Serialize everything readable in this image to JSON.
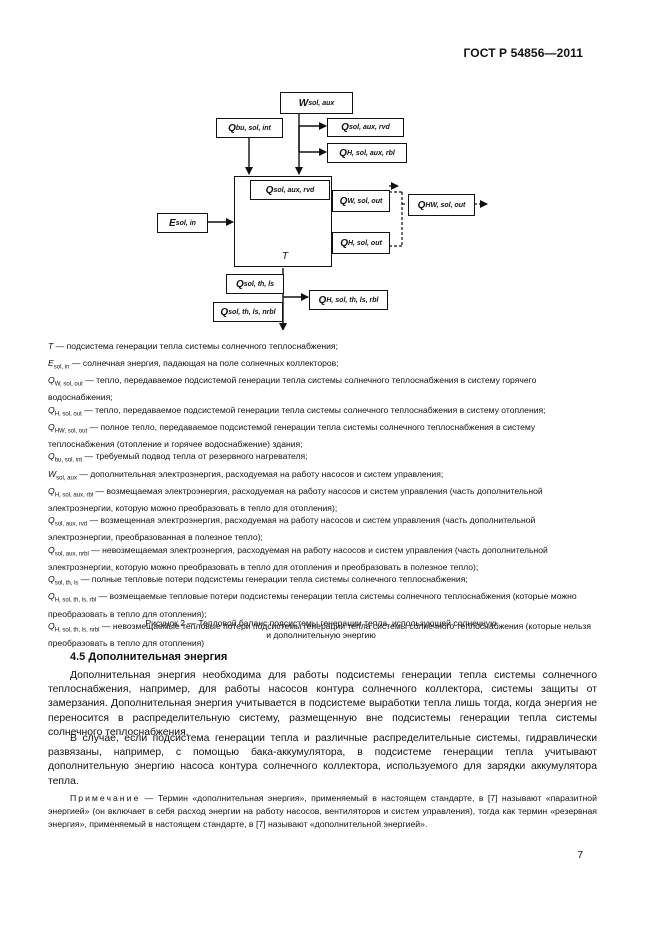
{
  "header": {
    "doc_id": "ГОСТ Р 54856—2011"
  },
  "diagram": {
    "w_sol_aux": "W",
    "w_sol_aux_sub": "sol, aux",
    "q_bu_sol_int": "Q",
    "q_bu_sol_int_sub": "bu, sol, int",
    "q_sol_aux_rvd_top": "Q",
    "q_sol_aux_rvd_top_sub": "sol, aux, rvd",
    "q_h_sol_aux_rbl": "Q",
    "q_h_sol_aux_rbl_sub": "H, sol, aux, rbl",
    "q_sol_aux_rvd_in": "Q",
    "q_sol_aux_rvd_in_sub": "sol, aux, rvd",
    "e_sol_in": "E",
    "e_sol_in_sub": "sol, in",
    "t_label": "T",
    "q_w_sol_out": "Q",
    "q_w_sol_out_sub": "W, sol, out",
    "q_h_sol_out": "Q",
    "q_h_sol_out_sub": "H, sol, out",
    "q_hw_sol_out": "Q",
    "q_hw_sol_out_sub": "HW, sol, out",
    "q_sol_th_ls": "Q",
    "q_sol_th_ls_sub": "sol, th, ls",
    "q_h_sol_th_ls_rbl": "Q",
    "q_h_sol_th_ls_rbl_sub": "H, sol, th, ls, rbl",
    "q_sol_th_ls_nrbl": "Q",
    "q_sol_th_ls_nrbl_sub": "sol, th, ls, nrbl"
  },
  "legend": [
    {
      "sym": "T",
      "sub": "",
      "text": " — подсистема генерации тепла системы солнечного теплоснабжения;"
    },
    {
      "sym": "E",
      "sub": "sol, in",
      "text": " — солнечная энергия, падающая на поле солнечных коллекторов;"
    },
    {
      "sym": "Q",
      "sub": "W, sol, out",
      "text": " — тепло, передаваемое подсистемой генерации тепла системы солнечного теплоснабжения в систему горячего водоснабжения;"
    },
    {
      "sym": "Q",
      "sub": "H, sol, out",
      "text": " — тепло, передаваемое подсистемой генерации тепла системы солнечного теплоснабжения в систему отопления;"
    },
    {
      "sym": "Q",
      "sub": "HW, sol, out",
      "text": " — полное тепло, передаваемое подсистемой генерации тепла системы солнечного теплоснабжения в систему теплоснабжения (отопление и горячее водоснабжение) здания;"
    },
    {
      "sym": "Q",
      "sub": "bu, sol, int",
      "text": " — требуемый подвод тепла от резервного нагревателя;"
    },
    {
      "sym": "W",
      "sub": "sol, aux",
      "text": " — дополнительная электроэнергия, расходуемая на работу насосов и систем управления;"
    },
    {
      "sym": "Q",
      "sub": "H, sol, aux, rbl",
      "text": " — возмещаемая электроэнергия, расходуемая на работу насосов и систем управления (часть дополнительной электроэнергии, которую можно преобразовать в тепло для отопления);"
    },
    {
      "sym": "Q",
      "sub": "sol, aux, rvd",
      "text": " — возмещенная электроэнергия, расходуемая на работу насосов и систем управления (часть дополнительной электроэнергии, преобразованная в полезное тепло);"
    },
    {
      "sym": "Q",
      "sub": "sol, aux, nrbl",
      "text": " — невозмещаемая электроэнергия, расходуемая на работу насосов и систем управления (часть дополнительной электроэнергии, которую можно преобразовать в тепло для отопления и преобразовать в полезное тепло);"
    },
    {
      "sym": "Q",
      "sub": "sol, th, ls",
      "text": " — полные тепловые потери подсистемы генерации тепла системы солнечного теплоснабжения;"
    },
    {
      "sym": "Q",
      "sub": "H, sol, th, ls, rbl",
      "text": " — возмещаемые тепловые потери подсистемы генерации тепла системы солнечного теплоснабжения (которые можно преобразовать в тепло для отопления);"
    },
    {
      "sym": "Q",
      "sub": "H, sol, th, ls, nrbl",
      "text": " — невозмещаемые тепловые потери подсистемы генерации тепла системы солнечного теплоснабжения (которые нельзя преобразовать в тепло для отопления)"
    }
  ],
  "caption": {
    "line1": "Рисунок  2 — Тепловой баланс подсистемы генерации тепла, использующей солнечную",
    "line2": "и дополнительную энергию"
  },
  "section": {
    "title": "4.5  Дополнительная энергия"
  },
  "paragraphs": [
    "Дополнительная энергия необходима для работы подсистемы генерации тепла системы солнечного теплоснабжения, например, для работы насосов контура солнечного коллектора, системы защиты от замерзания. Дополнительная энергия учитывается в подсистеме выработки тепла лишь тогда, когда энергия не переносится в распределительную систему, размещенную вне подсистемы генерации тепла системы солнечного теплоснабжения.",
    "В случае, если подсистема генерации тепла и различные распределительные системы, гидравлически развязаны, например, с помощью бака-аккумулятора, в подсистеме генерации тепла учитывают дополнительную энергию насоса контура солнечного коллектора, используемого для зарядки аккумулятора тепла."
  ],
  "note": {
    "label": "Примечание",
    "text": " — Термин «дополнительная энергия», применяемый в настоящем стандарте, в [7] называют «паразитной энергией» (он включает в себя расход энергии на работу насосов, вентиляторов и систем управления), тогда как термин «резервная энергия», применяемый в настоящем стандарте, в [7] называют «дополнительной энергией»."
  },
  "page_number": "7"
}
